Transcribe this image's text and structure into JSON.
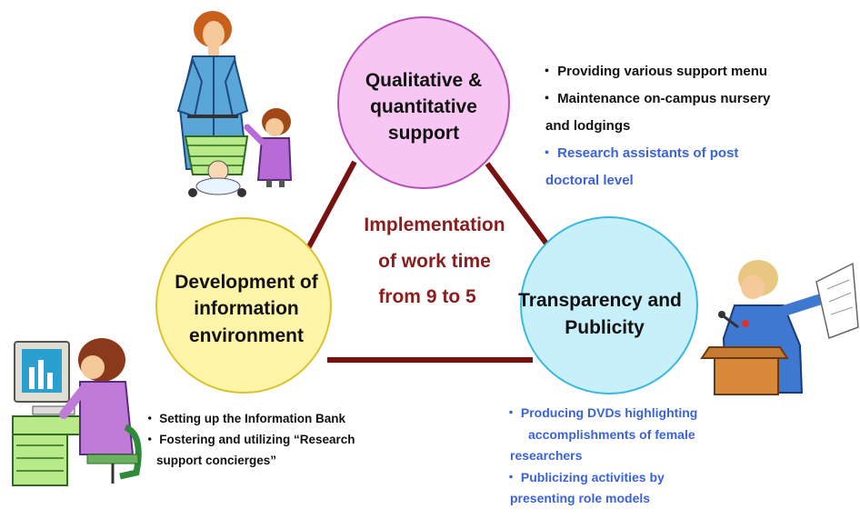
{
  "diagram": {
    "center_lines": [
      "Implementation",
      "of work time",
      "from 9 to 5"
    ],
    "circles": {
      "top": [
        "Qualitative &",
        "quantitative",
        "support"
      ],
      "left": [
        "Development of",
        "information",
        "environment"
      ],
      "right": [
        "Transparency and",
        "Publicity"
      ]
    },
    "colors": {
      "triangle": "#7a1010",
      "center_text": "#8b1d1d",
      "top_fill": "#f7c6f2",
      "top_stroke": "#b84fb8",
      "left_fill": "#fff5a8",
      "left_stroke": "#d9c330",
      "right_fill": "#c7f0fb",
      "right_stroke": "#39b8e0",
      "blue_text": "#3b63d9"
    }
  },
  "bullets_top": {
    "line1": "・ Providing various support menu",
    "line2": "・ Maintenance on-campus nursery",
    "line3": "and lodgings",
    "line4": "・ Research assistants of post",
    "line5": "doctoral level"
  },
  "bullets_left": {
    "line1": "・ Setting up the Information Bank",
    "line2": "・ Fostering and utilizing “Research",
    "line3": "support concierges”"
  },
  "bullets_right": {
    "line1": "・ Producing DVDs highlighting",
    "line2": "accomplishments of female",
    "line3": "researchers",
    "line4": "・ Publicizing activities by",
    "line5": "presenting role models"
  },
  "clipart": {
    "top_left": "mother-with-stroller-icon",
    "bottom_left": "woman-at-computer-icon",
    "right": "woman-speaker-at-podium-icon"
  }
}
